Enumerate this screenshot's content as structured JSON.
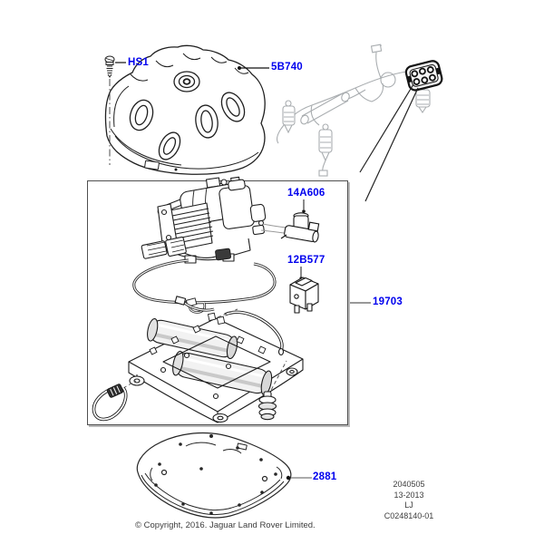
{
  "part_labels": {
    "screw": {
      "code": "HS1"
    },
    "cover": {
      "code": "5B740"
    },
    "valve": {
      "code": "14A606"
    },
    "relay": {
      "code": "12B577"
    },
    "compressor_assembly": {
      "code": "19703"
    },
    "baseplate": {
      "code": "2881"
    }
  },
  "doc_info": {
    "lines": [
      "2040505",
      "13-2013",
      "LJ",
      "C0248140-01"
    ]
  },
  "footer": {
    "copyright": "© Copyright, 2016. Jaguar Land Rover Limited."
  },
  "colors": {
    "part_label_blue": "#0000EE",
    "line_art": "#1f1f1f",
    "harness_gray": "#A9ADB0",
    "leader_gray": "#8f8f8f"
  }
}
